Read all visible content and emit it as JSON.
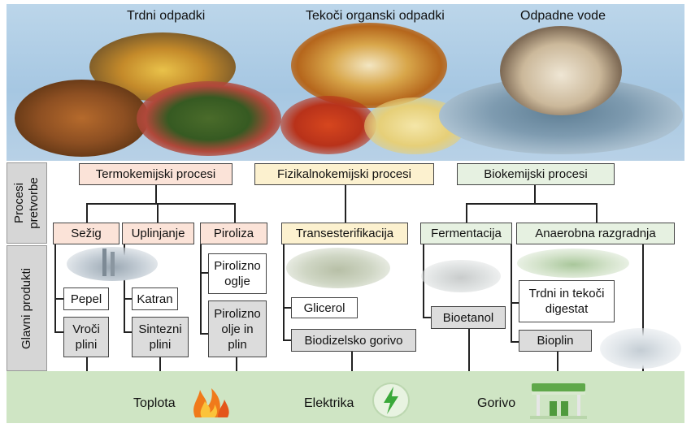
{
  "sources": {
    "solid": "Trdni odpadki",
    "liquid": "Tekoči organski odpadki",
    "wastewater": "Odpadne vode"
  },
  "side_labels": {
    "processes": "Procesi pretvorbe",
    "products": "Glavni produkti"
  },
  "categories": {
    "thermo": "Termokemijski procesi",
    "physchem": "Fizikalnokemijski procesi",
    "biochem": "Biokemijski procesi"
  },
  "processes": {
    "combustion": "Sežig",
    "gasification": "Uplinjanje",
    "pyrolysis": "Piroliza",
    "transesterification": "Transesterifikacija",
    "fermentation": "Fermentacija",
    "anaerobic": "Anaerobna razgradnja"
  },
  "products": {
    "ash": "Pepel",
    "hot_gas": "Vroči plini",
    "tar": "Katran",
    "syngas": "Sintezni plini",
    "char": "Pirolizno oglje",
    "pyro_oil": "Pirolizno olje in plin",
    "glycerol": "Glicerol",
    "biodiesel": "Biodizelsko gorivo",
    "bioethanol": "Bioetanol",
    "digestate": "Trdni in tekoči digestat",
    "biogas": "Bioplin"
  },
  "outputs": {
    "heat": "Toplota",
    "electricity": "Elektrika",
    "fuel": "Gorivo"
  },
  "colors": {
    "thermo": "#fbe3d8",
    "physchem": "#fcf1cf",
    "biochem": "#e6f1e1",
    "banner": "#a6c7e2",
    "bottom": "#cfe5c4"
  }
}
